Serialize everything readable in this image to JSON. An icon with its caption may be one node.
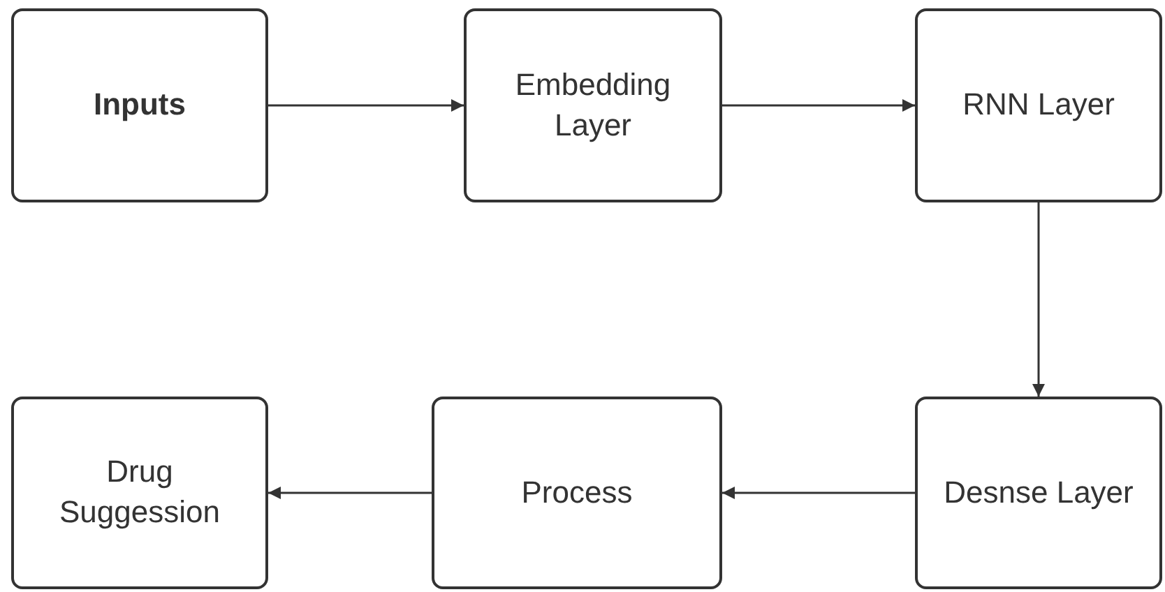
{
  "diagram": {
    "nodes": [
      {
        "text": [
          "Inputs"
        ]
      },
      {
        "text": [
          "Embedding Layer"
        ]
      },
      {
        "text": [
          "RNN Layer"
        ]
      },
      {
        "text": [
          "Drug Suggession"
        ]
      },
      {
        "text": [
          "Process"
        ]
      },
      {
        "text": [
          "Desnse Layer"
        ]
      }
    ],
    "edges": [
      {
        "from": 0,
        "to": 1,
        "arrow": "to"
      },
      {
        "from": 1,
        "to": 2,
        "arrow": "to"
      },
      {
        "from": 2,
        "to": 5,
        "arrow": "to"
      },
      {
        "from": 5,
        "to": 4,
        "arrow": "to"
      },
      {
        "from": 4,
        "to": 3,
        "arrow": "to"
      }
    ]
  }
}
